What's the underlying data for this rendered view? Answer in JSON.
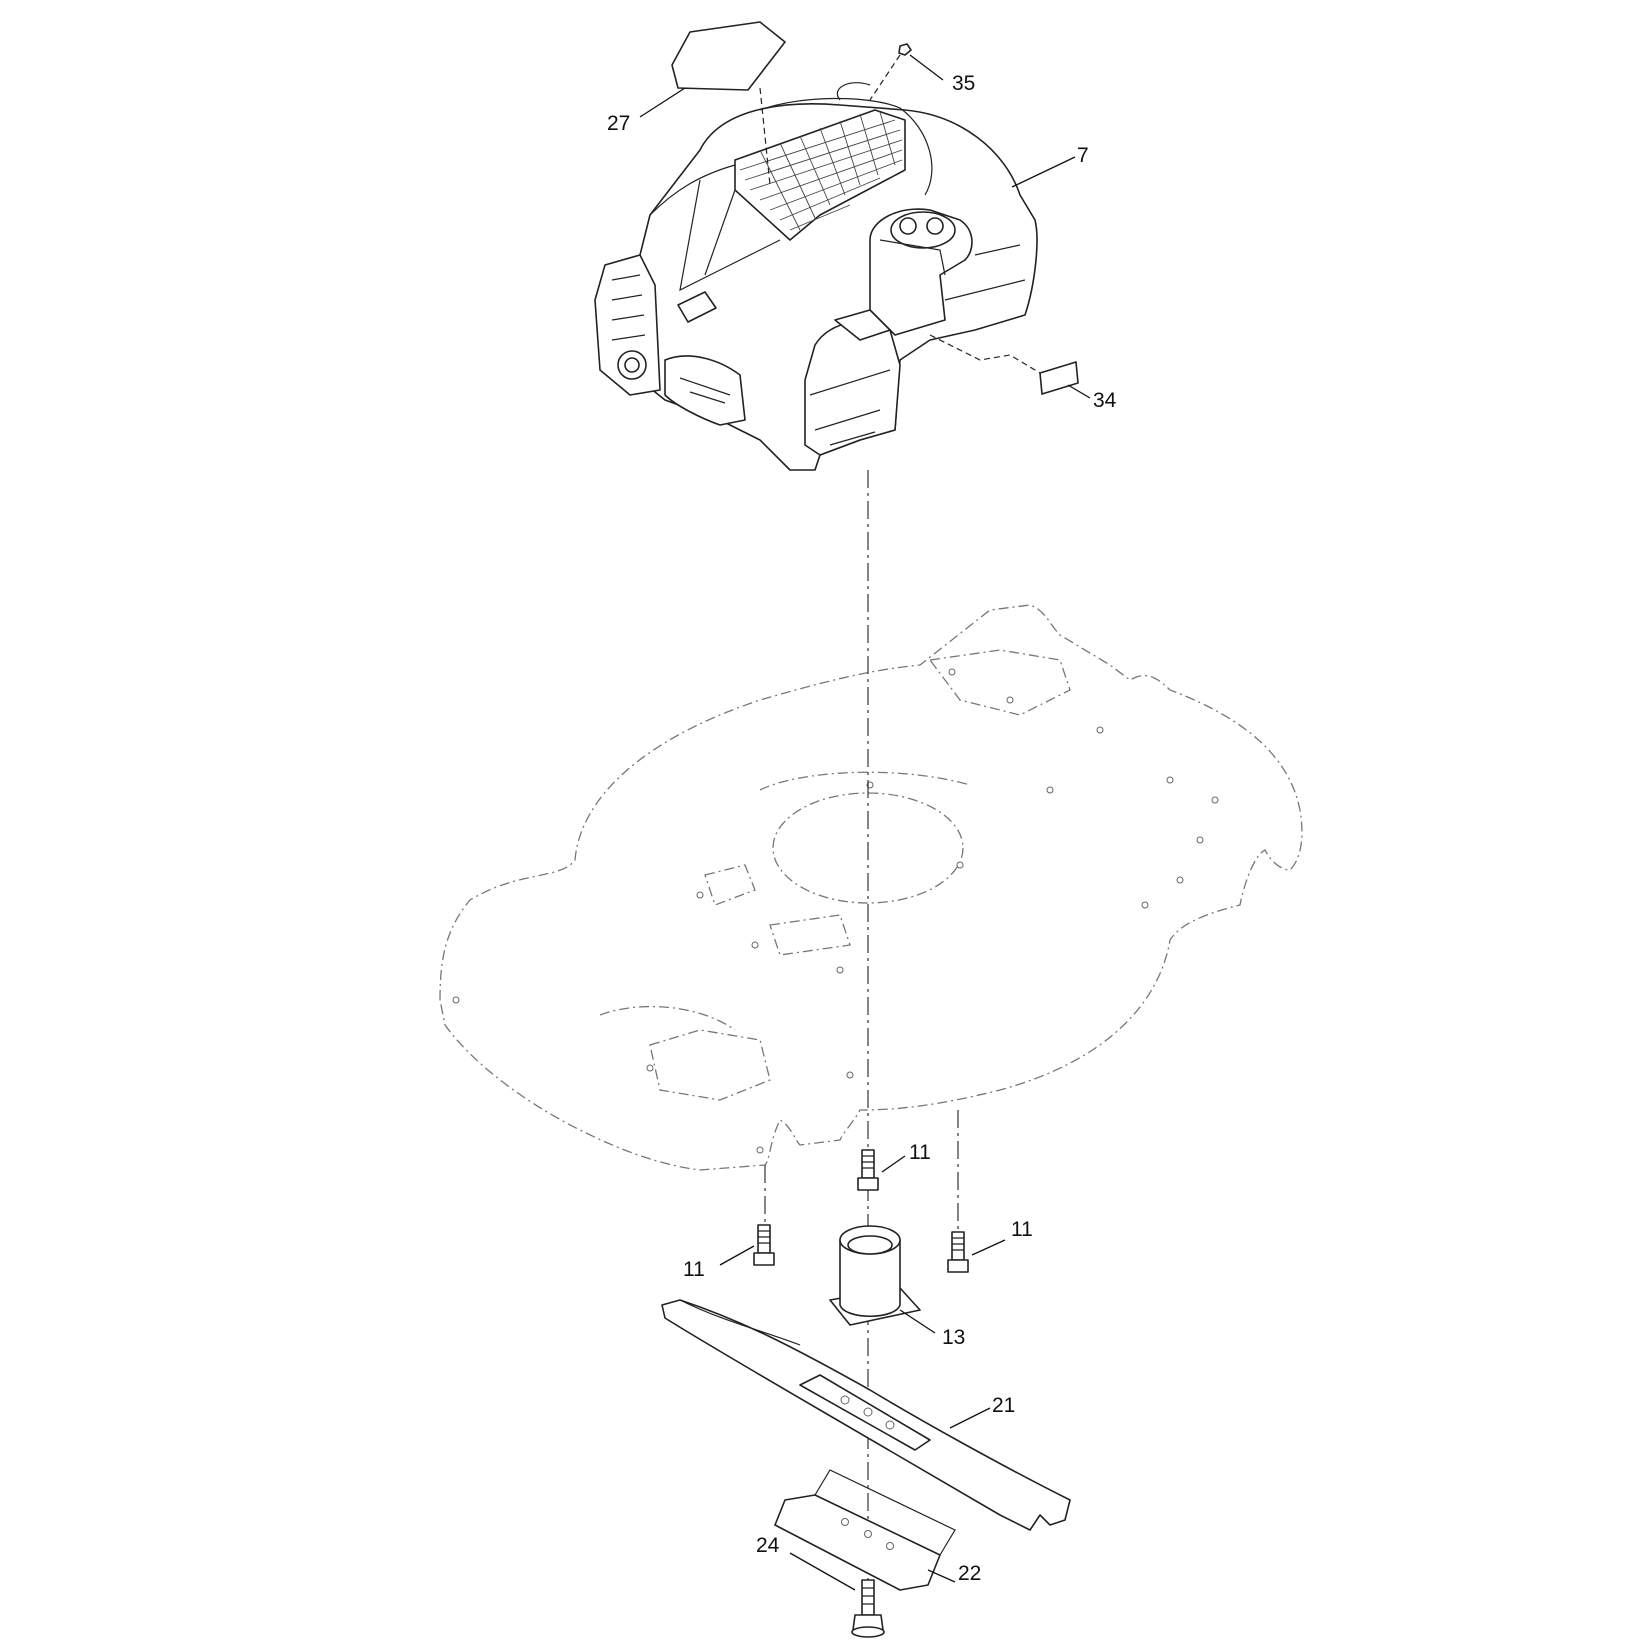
{
  "callouts": [
    {
      "id": "c27",
      "label": "27"
    },
    {
      "id": "c35",
      "label": "35"
    },
    {
      "id": "c7",
      "label": "7"
    },
    {
      "id": "c34",
      "label": "34"
    },
    {
      "id": "c11a",
      "label": "11"
    },
    {
      "id": "c11b",
      "label": "11"
    },
    {
      "id": "c11c",
      "label": "11"
    },
    {
      "id": "c13",
      "label": "13"
    },
    {
      "id": "c21",
      "label": "21"
    },
    {
      "id": "c22",
      "label": "22"
    },
    {
      "id": "c24",
      "label": "24"
    }
  ]
}
